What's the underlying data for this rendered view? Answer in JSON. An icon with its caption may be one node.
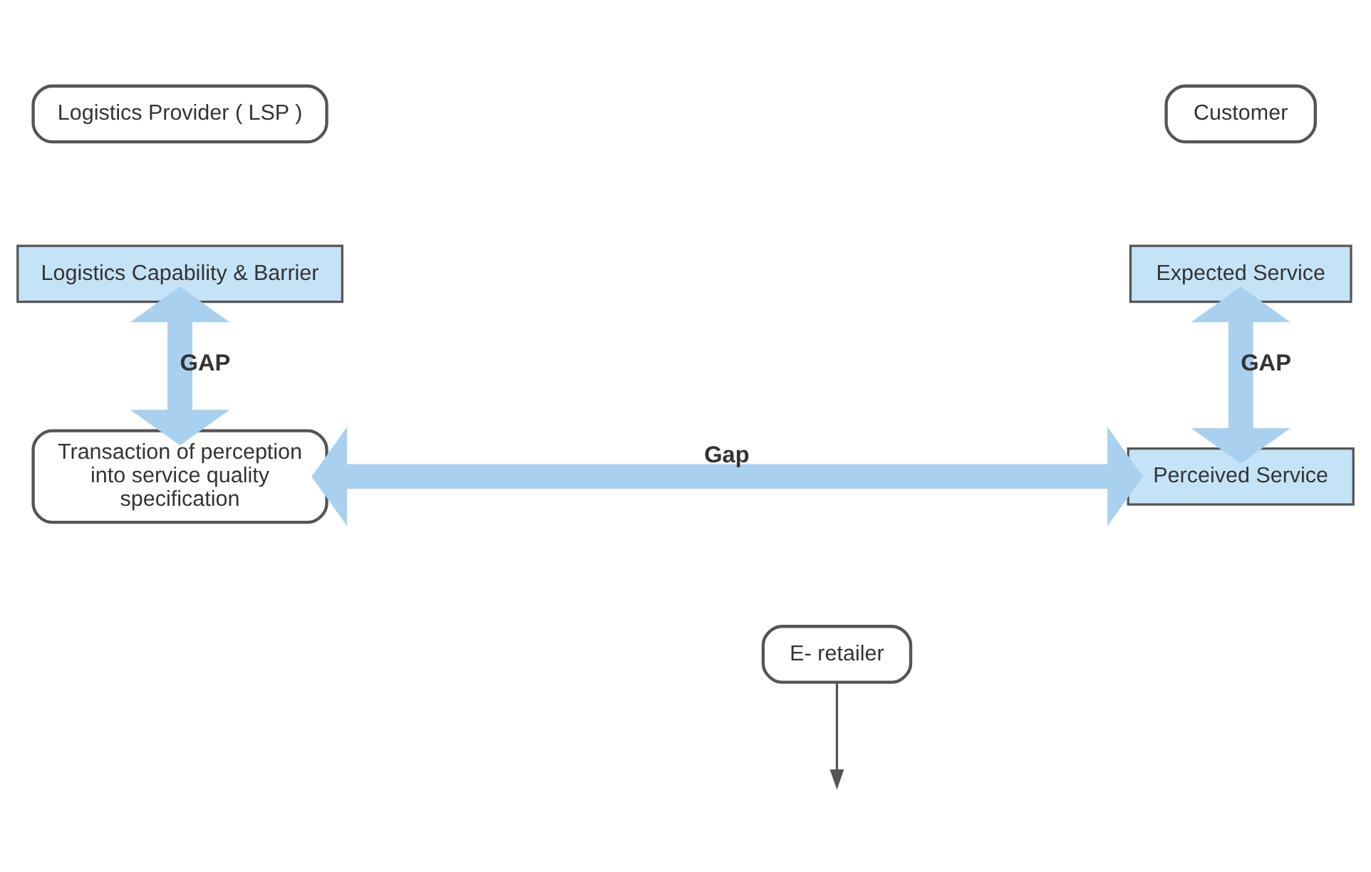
{
  "diagram": {
    "nodes": [
      {
        "text": [
          "Logistics Provider ( LSP )"
        ]
      },
      {
        "text": [
          "Customer"
        ]
      },
      {
        "text": [
          "Logistics Capability & Barrier"
        ]
      },
      {
        "text": [
          "Expected Service"
        ]
      },
      {
        "text": [
          "Transaction of perception into service quality specification"
        ]
      },
      {
        "text": [
          "Perceived Service"
        ]
      },
      {
        "text": [
          "E- retailer"
        ]
      }
    ],
    "edges": [
      {
        "from": 2,
        "to": 4,
        "arrow": "both",
        "label": "GAP"
      },
      {
        "from": 3,
        "to": 5,
        "arrow": "both",
        "label": "GAP"
      },
      {
        "from": 4,
        "to": 5,
        "arrow": "both",
        "label": "Gap"
      },
      {
        "from": 6,
        "to": null,
        "arrow": "to",
        "color": "#555555"
      }
    ]
  }
}
